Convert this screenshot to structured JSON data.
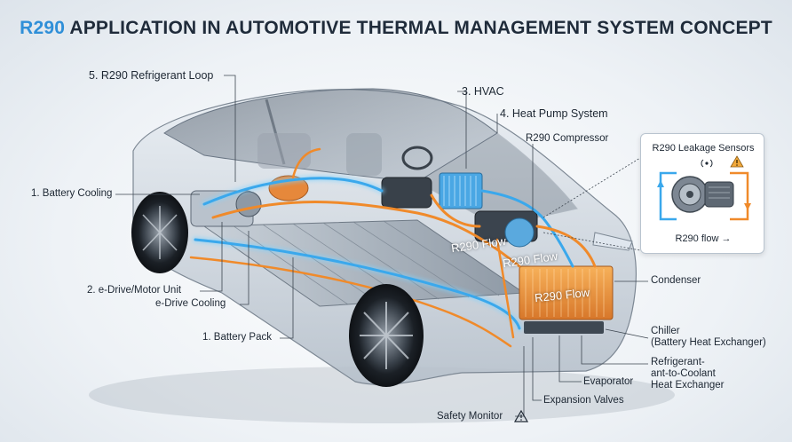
{
  "title": {
    "accent": "R290",
    "rest": " APPLICATION IN AUTOMOTIVE THERMAL MANAGEMENT SYSTEM CONCEPT"
  },
  "labels": {
    "refrigerant_loop": "5. R290 Refrigerant Loop",
    "hvac": "3. HVAC",
    "heat_pump": "4. Heat Pump System",
    "compressor": "R290 Compressor",
    "battery_cooling": "1. Battery Cooling",
    "edrive_unit": "2. e-Drive/Motor Unit",
    "edrive_cooling": "e-Drive Cooling",
    "battery_pack": "1. Battery Pack",
    "condenser": "Condenser",
    "chiller": "Chiller",
    "chiller_sub": "(Battery Heat Exchanger)",
    "rac_line1": "Refrigerant-",
    "rac_line2": "ant-to-Coolant",
    "rac_line3": "Heat Exchanger",
    "evaporator": "Evaporator",
    "expansion_valves": "Expansion Valves",
    "safety_monitor": "Safety Monitor"
  },
  "flow_labels": {
    "left": "R290 Flow",
    "center": "R290 Flow",
    "condenser": "R290 Flow"
  },
  "inset": {
    "title": "R290 Leakage Sensors",
    "flow": "R290 flow →"
  },
  "icons": {
    "sensor": "signal-sensor-icon",
    "warning": "warning-icon",
    "safety": "alarm-icon"
  },
  "colors": {
    "accent": "#2f8fd8",
    "hot_pipe": "#f08a2a",
    "cold_pipe": "#3aa8ec",
    "cold_glow": "#7fd2ff"
  }
}
